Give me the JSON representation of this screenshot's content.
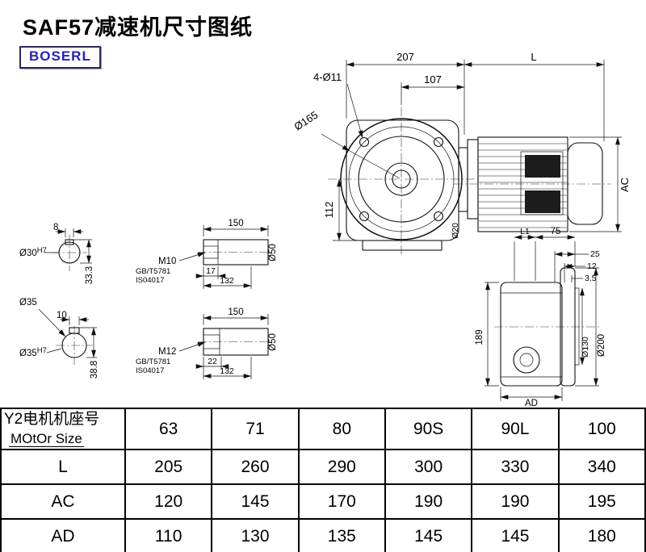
{
  "page": {
    "title": "SAF57减速机尺寸图纸",
    "brand": "BOSERL"
  },
  "main_view": {
    "dim_width_gearbox": "207",
    "dim_motor_length": "L",
    "dim_flange_offset": "107",
    "label_bolt_holes": "4-Ø11",
    "label_flange_dia": "Ø165",
    "dim_axis_height": "112",
    "dim_motor_height": "AC",
    "label_input_dia": "Ø20"
  },
  "shaft_detail_top": {
    "dim_key_width": "8",
    "bore_dia": "Ø30",
    "bore_tolerance": "H7",
    "dim_key_depth": "33.3",
    "dim_total_length": "150",
    "thread_label": "M10",
    "standard_1": "GB/T5781",
    "standard_2": "IS04017",
    "dim_thread_depth": "17",
    "dim_fit_length": "132",
    "shaft_dia": "Ø50"
  },
  "shaft_detail_bottom": {
    "shaft_label": "Ø35",
    "dim_key_width": "10",
    "bore_dia": "Ø35",
    "bore_tolerance": "H7",
    "dim_key_depth": "38.8",
    "dim_total_length": "150",
    "thread_label": "M12",
    "standard_1": "GB/T5781",
    "standard_2": "IS04017",
    "dim_thread_depth": "22",
    "dim_fit_length": "132",
    "shaft_dia": "Ø50"
  },
  "side_view": {
    "dim_l1": "L1",
    "dim_75": "75",
    "dim_25": "25",
    "dim_12": "12",
    "dim_3_5": "3.5",
    "dim_height": "189",
    "dia_spigot": "Ø130",
    "dia_flange": "Ø200",
    "dim_depth": "AD"
  },
  "table": {
    "header": {
      "label_line1": "Y2电机机座号",
      "label_line2": "MOtOr Size",
      "values": [
        "63",
        "71",
        "80",
        "90S",
        "90L",
        "100"
      ]
    },
    "rows": [
      {
        "label": "L",
        "values": [
          "205",
          "260",
          "290",
          "300",
          "330",
          "340"
        ]
      },
      {
        "label": "AC",
        "values": [
          "120",
          "145",
          "170",
          "190",
          "190",
          "195"
        ]
      },
      {
        "label": "AD",
        "values": [
          "110",
          "130",
          "135",
          "145",
          "145",
          "180"
        ]
      }
    ]
  }
}
